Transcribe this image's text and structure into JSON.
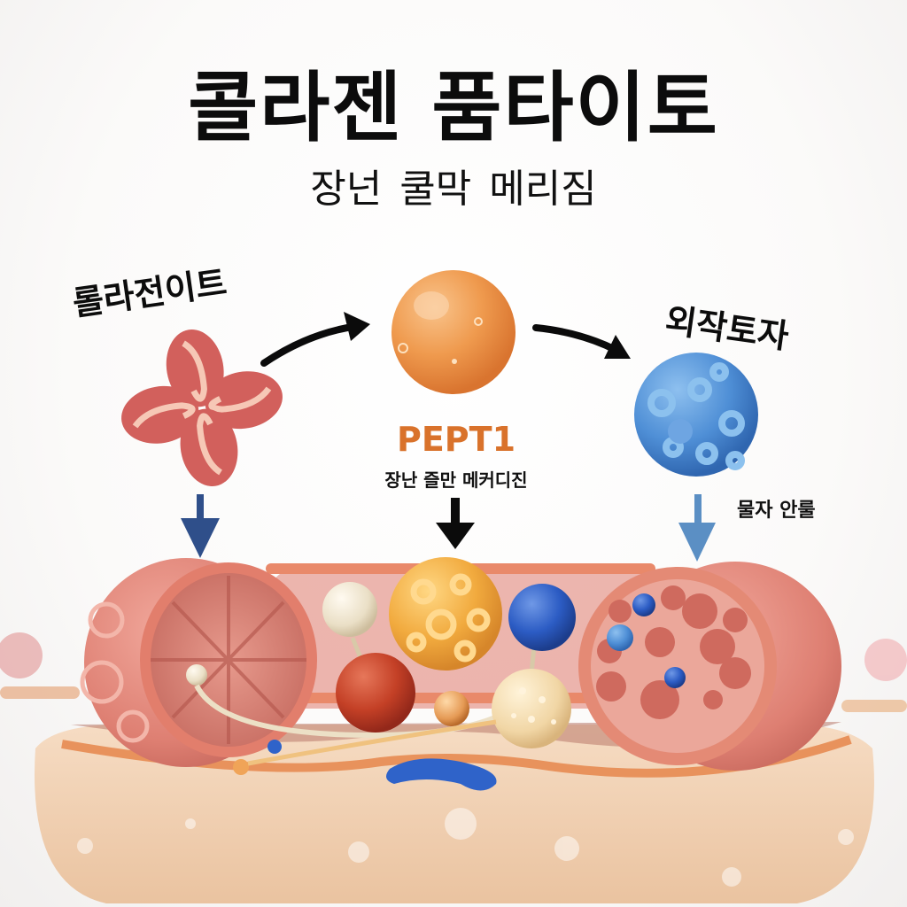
{
  "header": {
    "title": "콜라젠 품타이토",
    "subtitle": "장넌 쿨막  메리짐"
  },
  "labels": {
    "left_source": "롤라전이트",
    "right_product": "외작토자",
    "transporter": "PEPT1",
    "transporter_desc": "장난 즐만 메커디진",
    "right_note": "물자 안룰"
  },
  "illustration": {
    "left_item": "four-lobed red collagen fragment",
    "center_item": "orange sphere (peptide)",
    "right_item": "blue spiky sphere",
    "bottom_scene": "intestinal tissue cross-section with two cut vessels and molecules"
  },
  "colors": {
    "accent_orange": "#d9722b",
    "tissue_pink": "#e08a80",
    "tissue_beige": "#f0cdb0",
    "blue_sphere": "#4f8fd6",
    "arrow_blue_dark": "#2f4f8a",
    "arrow_blue_light": "#5b8fc4",
    "text": "#0c0c0c"
  }
}
